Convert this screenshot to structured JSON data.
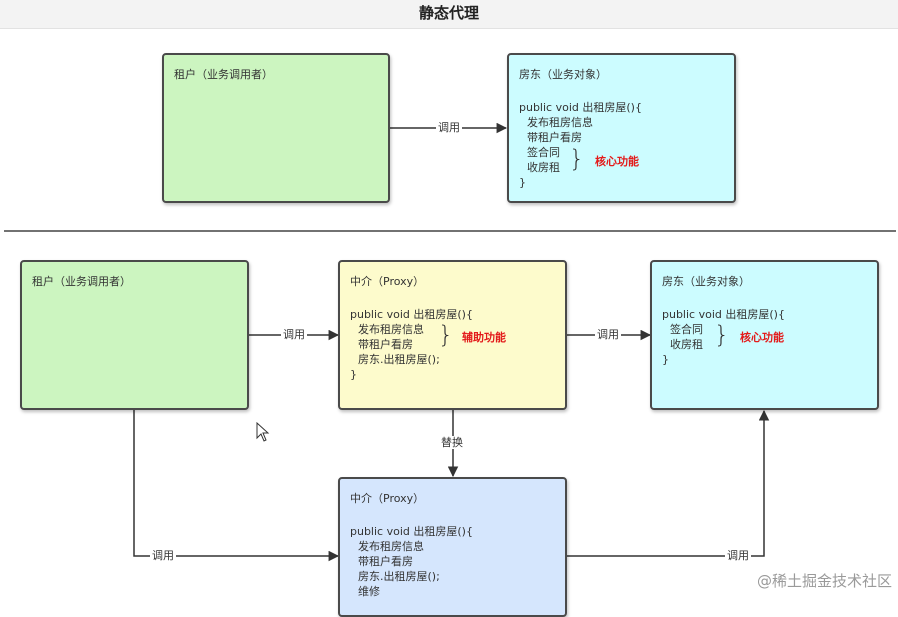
{
  "title": "静态代理",
  "top": {
    "tenant": {
      "title": "租户（业务调用者）"
    },
    "landlord": {
      "title": "房东（业务对象）",
      "lines": [
        "public void 出租房屋(){",
        "发布租房信息",
        "带租户看房",
        "签合同",
        "收房租",
        "}"
      ],
      "core_tag": "核心功能"
    },
    "edge_call": "调用"
  },
  "bottom": {
    "tenant": {
      "title": "租户（业务调用者）"
    },
    "proxy1": {
      "title": "中介（Proxy）",
      "lines": [
        "public void 出租房屋(){",
        "发布租房信息",
        "带租户看房",
        "房东.出租房屋();",
        "}"
      ],
      "aux_tag": "辅助功能"
    },
    "landlord": {
      "title": "房东（业务对象）",
      "lines": [
        "public void 出租房屋(){",
        "签合同",
        "收房租",
        "}"
      ],
      "core_tag": "核心功能"
    },
    "proxy2": {
      "title": "中介（Proxy）",
      "lines": [
        "public void 出租房屋(){",
        "发布租房信息",
        "带租户看房",
        "房东.出租房屋();",
        "维修"
      ]
    },
    "edge_call_1": "调用",
    "edge_call_2": "调用",
    "edge_call_3": "调用",
    "edge_call_4": "调用",
    "edge_replace": "替换"
  },
  "watermark": "@稀土掘金技术社区",
  "colors": {
    "tenant_fill": "#ccf5c0",
    "landlord_fill": "#ccfcff",
    "proxy_fill": "#fdfbcc",
    "proxy2_fill": "#d5e6fd",
    "tag_red": "#e31b1b"
  }
}
